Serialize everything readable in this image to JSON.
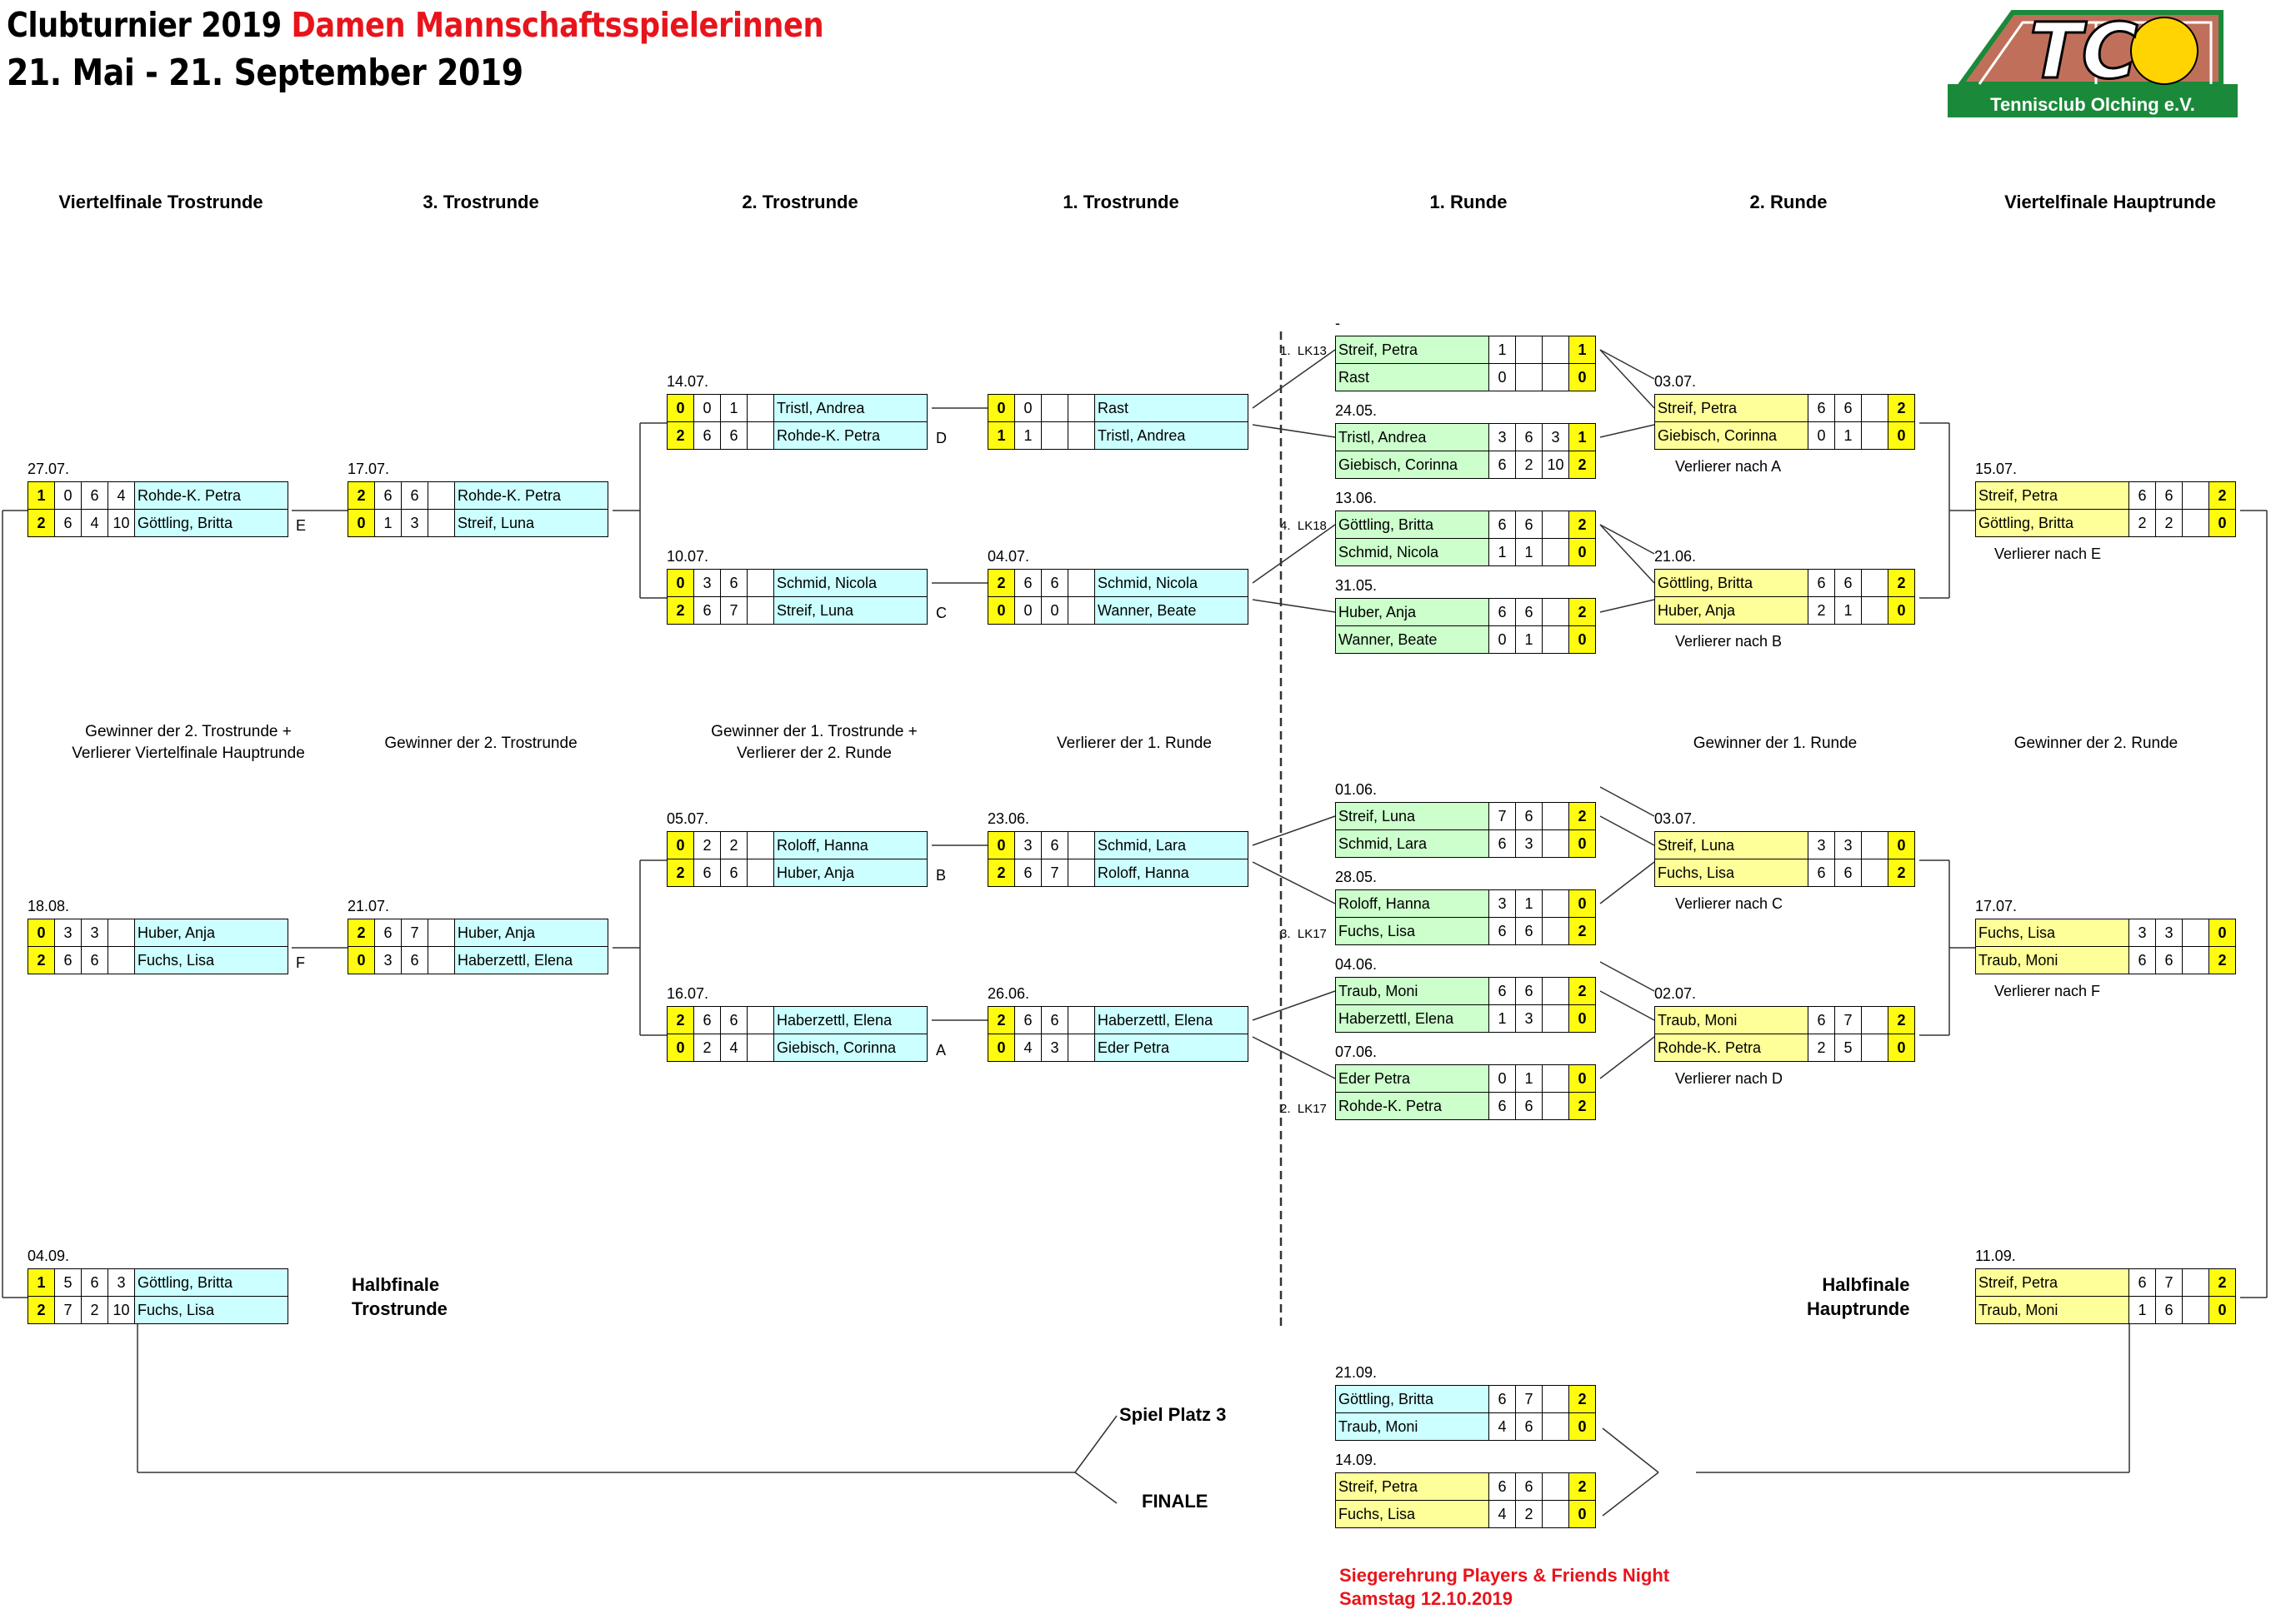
{
  "title": {
    "black": "Clubturnier 2019",
    "red": "Damen Mannschaftsspielerinnen",
    "dates": "21. Mai - 21. September 2019"
  },
  "logo": {
    "text": "Tennisclub Olching e.V.",
    "mark": "TC",
    "colors": {
      "green": "#1a8a3a",
      "court": "#c0705a",
      "ball": "#ffd400"
    }
  },
  "headers": [
    "Viertelfinale Trostrunde",
    "3. Trostrunde",
    "2. Trostrunde",
    "1. Trostrunde",
    "1. Runde",
    "2. Runde",
    "Viertelfinale Hauptrunde"
  ],
  "notes": {
    "vf_trost_1": "Gewinner der 2. Trostrunde +",
    "vf_trost_2": "Verlierer Viertelfinale Hauptrunde",
    "trost3": "Gewinner der 2. Trostrunde",
    "trost2_1": "Gewinner der 1. Trostrunde +",
    "trost2_2": "Verlierer der 2. Runde",
    "trost1": "Verlierer der 1. Runde",
    "runde2": "Gewinner der 1. Runde",
    "vf_haupt": "Gewinner der 2. Runde"
  },
  "labels": {
    "hf_trost_1": "Halbfinale",
    "hf_trost_2": "Trostrunde",
    "hf_haupt_1": "Halbfinale",
    "hf_haupt_2": "Hauptrunde",
    "platz3": "Spiel Platz 3",
    "finale": "FINALE",
    "sieger_1": "Siegerehrung Players & Friends Night",
    "sieger_2": "Samstag 12.10.2019"
  },
  "verlierer": [
    "Verlierer nach A",
    "Verlierer nach B",
    "Verlierer nach C",
    "Verlierer nach D",
    "Verlierer nach E",
    "Verlierer nach F"
  ],
  "letters": [
    "A",
    "B",
    "C",
    "D",
    "E",
    "F"
  ],
  "seeds": [
    {
      "num": "1.",
      "lk": "LK13"
    },
    {
      "num": "4.",
      "lk": "LK18"
    },
    {
      "num": "3.",
      "lk": "LK17"
    },
    {
      "num": "2.",
      "lk": "LK17"
    }
  ],
  "matches": {
    "r1_1": {
      "date": "-",
      "p": [
        {
          "name": "Streif, Petra",
          "s": [
            "1",
            "",
            ""
          ],
          "w": "1"
        },
        {
          "name": "Rast",
          "s": [
            "0",
            "",
            ""
          ],
          "w": "0"
        }
      ]
    },
    "r1_2": {
      "date": "24.05.",
      "p": [
        {
          "name": "Tristl, Andrea",
          "s": [
            "3",
            "6",
            "3"
          ],
          "w": "1"
        },
        {
          "name": "Giebisch, Corinna",
          "s": [
            "6",
            "2",
            "10"
          ],
          "w": "2"
        }
      ]
    },
    "r1_3": {
      "date": "13.06.",
      "p": [
        {
          "name": "Göttling, Britta",
          "s": [
            "6",
            "6",
            ""
          ],
          "w": "2"
        },
        {
          "name": "Schmid, Nicola",
          "s": [
            "1",
            "1",
            ""
          ],
          "w": "0"
        }
      ]
    },
    "r1_4": {
      "date": "31.05.",
      "p": [
        {
          "name": "Huber, Anja",
          "s": [
            "6",
            "6",
            ""
          ],
          "w": "2"
        },
        {
          "name": "Wanner, Beate",
          "s": [
            "0",
            "1",
            ""
          ],
          "w": "0"
        }
      ]
    },
    "r1_5": {
      "date": "01.06.",
      "p": [
        {
          "name": "Streif, Luna",
          "s": [
            "7",
            "6",
            ""
          ],
          "w": "2"
        },
        {
          "name": "Schmid, Lara",
          "s": [
            "6",
            "3",
            ""
          ],
          "w": "0"
        }
      ]
    },
    "r1_6": {
      "date": "28.05.",
      "p": [
        {
          "name": "Roloff, Hanna",
          "s": [
            "3",
            "1",
            ""
          ],
          "w": "0"
        },
        {
          "name": "Fuchs, Lisa",
          "s": [
            "6",
            "6",
            ""
          ],
          "w": "2"
        }
      ]
    },
    "r1_7": {
      "date": "04.06.",
      "p": [
        {
          "name": "Traub, Moni",
          "s": [
            "6",
            "6",
            ""
          ],
          "w": "2"
        },
        {
          "name": "Haberzettl, Elena",
          "s": [
            "1",
            "3",
            ""
          ],
          "w": "0"
        }
      ]
    },
    "r1_8": {
      "date": "07.06.",
      "p": [
        {
          "name": "Eder Petra",
          "s": [
            "0",
            "1",
            ""
          ],
          "w": "0"
        },
        {
          "name": "Rohde-K. Petra",
          "s": [
            "6",
            "6",
            ""
          ],
          "w": "2"
        }
      ]
    },
    "r2_1": {
      "date": "03.07.",
      "p": [
        {
          "name": "Streif, Petra",
          "s": [
            "6",
            "6",
            ""
          ],
          "w": "2"
        },
        {
          "name": "Giebisch, Corinna",
          "s": [
            "0",
            "1",
            ""
          ],
          "w": "0"
        }
      ]
    },
    "r2_2": {
      "date": "21.06.",
      "p": [
        {
          "name": "Göttling, Britta",
          "s": [
            "6",
            "6",
            ""
          ],
          "w": "2"
        },
        {
          "name": "Huber, Anja",
          "s": [
            "2",
            "1",
            ""
          ],
          "w": "0"
        }
      ]
    },
    "r2_3": {
      "date": "03.07.",
      "p": [
        {
          "name": "Streif, Luna",
          "s": [
            "3",
            "3",
            ""
          ],
          "w": "0"
        },
        {
          "name": "Fuchs, Lisa",
          "s": [
            "6",
            "6",
            ""
          ],
          "w": "2"
        }
      ]
    },
    "r2_4": {
      "date": "02.07.",
      "p": [
        {
          "name": "Traub, Moni",
          "s": [
            "6",
            "7",
            ""
          ],
          "w": "2"
        },
        {
          "name": "Rohde-K. Petra",
          "s": [
            "2",
            "5",
            ""
          ],
          "w": "0"
        }
      ]
    },
    "vfh_1": {
      "date": "15.07.",
      "p": [
        {
          "name": "Streif, Petra",
          "s": [
            "6",
            "6",
            ""
          ],
          "w": "2"
        },
        {
          "name": "Göttling, Britta",
          "s": [
            "2",
            "2",
            ""
          ],
          "w": "0"
        }
      ]
    },
    "vfh_2": {
      "date": "17.07.",
      "p": [
        {
          "name": "Fuchs, Lisa",
          "s": [
            "3",
            "3",
            ""
          ],
          "w": "0"
        },
        {
          "name": "Traub, Moni",
          "s": [
            "6",
            "6",
            ""
          ],
          "w": "2"
        }
      ]
    },
    "hfh": {
      "date": "11.09.",
      "p": [
        {
          "name": "Streif, Petra",
          "s": [
            "6",
            "7",
            ""
          ],
          "w": "2"
        },
        {
          "name": "Traub, Moni",
          "s": [
            "1",
            "6",
            ""
          ],
          "w": "0"
        }
      ]
    },
    "t1_1": {
      "date": "",
      "p": [
        {
          "name": "Rast",
          "w": "0",
          "s": [
            "0",
            "",
            ""
          ]
        },
        {
          "name": "Tristl, Andrea",
          "w": "1",
          "s": [
            "1",
            "",
            ""
          ]
        }
      ]
    },
    "t1_2": {
      "date": "04.07.",
      "p": [
        {
          "name": "Schmid, Nicola",
          "w": "2",
          "s": [
            "6",
            "6",
            ""
          ]
        },
        {
          "name": "Wanner, Beate",
          "w": "0",
          "s": [
            "0",
            "0",
            ""
          ]
        }
      ]
    },
    "t1_3": {
      "date": "23.06.",
      "p": [
        {
          "name": "Schmid, Lara",
          "w": "0",
          "s": [
            "3",
            "6",
            ""
          ]
        },
        {
          "name": "Roloff, Hanna",
          "w": "2",
          "s": [
            "6",
            "7",
            ""
          ]
        }
      ]
    },
    "t1_4": {
      "date": "26.06.",
      "p": [
        {
          "name": "Haberzettl, Elena",
          "w": "2",
          "s": [
            "6",
            "6",
            ""
          ]
        },
        {
          "name": "Eder Petra",
          "w": "0",
          "s": [
            "4",
            "3",
            ""
          ]
        }
      ]
    },
    "t2_1": {
      "date": "14.07.",
      "p": [
        {
          "name": "Tristl, Andrea",
          "w": "0",
          "s": [
            "0",
            "1",
            ""
          ]
        },
        {
          "name": "Rohde-K. Petra",
          "w": "2",
          "s": [
            "6",
            "6",
            ""
          ]
        }
      ]
    },
    "t2_2": {
      "date": "10.07.",
      "p": [
        {
          "name": "Schmid, Nicola",
          "w": "0",
          "s": [
            "3",
            "6",
            ""
          ]
        },
        {
          "name": "Streif, Luna",
          "w": "2",
          "s": [
            "6",
            "7",
            ""
          ]
        }
      ]
    },
    "t2_3": {
      "date": "05.07.",
      "p": [
        {
          "name": "Roloff, Hanna",
          "w": "0",
          "s": [
            "2",
            "2",
            ""
          ]
        },
        {
          "name": "Huber, Anja",
          "w": "2",
          "s": [
            "6",
            "6",
            ""
          ]
        }
      ]
    },
    "t2_4": {
      "date": "16.07.",
      "p": [
        {
          "name": "Haberzettl, Elena",
          "w": "2",
          "s": [
            "6",
            "6",
            ""
          ]
        },
        {
          "name": "Giebisch, Corinna",
          "w": "0",
          "s": [
            "2",
            "4",
            ""
          ]
        }
      ]
    },
    "t3_1": {
      "date": "17.07.",
      "p": [
        {
          "name": "Rohde-K. Petra",
          "w": "2",
          "s": [
            "6",
            "6",
            ""
          ]
        },
        {
          "name": "Streif, Luna",
          "w": "0",
          "s": [
            "1",
            "3",
            ""
          ]
        }
      ]
    },
    "t3_2": {
      "date": "21.07.",
      "p": [
        {
          "name": "Huber, Anja",
          "w": "2",
          "s": [
            "6",
            "7",
            ""
          ]
        },
        {
          "name": "Haberzettl, Elena",
          "w": "0",
          "s": [
            "3",
            "6",
            ""
          ]
        }
      ]
    },
    "vft_1": {
      "date": "27.07.",
      "p": [
        {
          "name": "Rohde-K. Petra",
          "w": "1",
          "s": [
            "0",
            "6",
            "4"
          ]
        },
        {
          "name": "Göttling, Britta",
          "w": "2",
          "s": [
            "6",
            "4",
            "10"
          ]
        }
      ]
    },
    "vft_2": {
      "date": "18.08.",
      "p": [
        {
          "name": "Huber, Anja",
          "w": "0",
          "s": [
            "3",
            "3",
            ""
          ]
        },
        {
          "name": "Fuchs, Lisa",
          "w": "2",
          "s": [
            "6",
            "6",
            ""
          ]
        }
      ]
    },
    "hft": {
      "date": "04.09.",
      "p": [
        {
          "name": "Göttling, Britta",
          "w": "1",
          "s": [
            "5",
            "6",
            "3"
          ]
        },
        {
          "name": "Fuchs, Lisa",
          "w": "2",
          "s": [
            "7",
            "2",
            "10"
          ]
        }
      ]
    },
    "platz3": {
      "date": "21.09.",
      "p": [
        {
          "name": "Göttling, Britta",
          "s": [
            "6",
            "7",
            ""
          ],
          "w": "2"
        },
        {
          "name": "Traub, Moni",
          "s": [
            "4",
            "6",
            ""
          ],
          "w": "0"
        }
      ]
    },
    "finale": {
      "date": "14.09.",
      "p": [
        {
          "name": "Streif, Petra",
          "s": [
            "6",
            "6",
            ""
          ],
          "w": "2"
        },
        {
          "name": "Fuchs, Lisa",
          "s": [
            "4",
            "2",
            ""
          ],
          "w": "0"
        }
      ]
    }
  }
}
